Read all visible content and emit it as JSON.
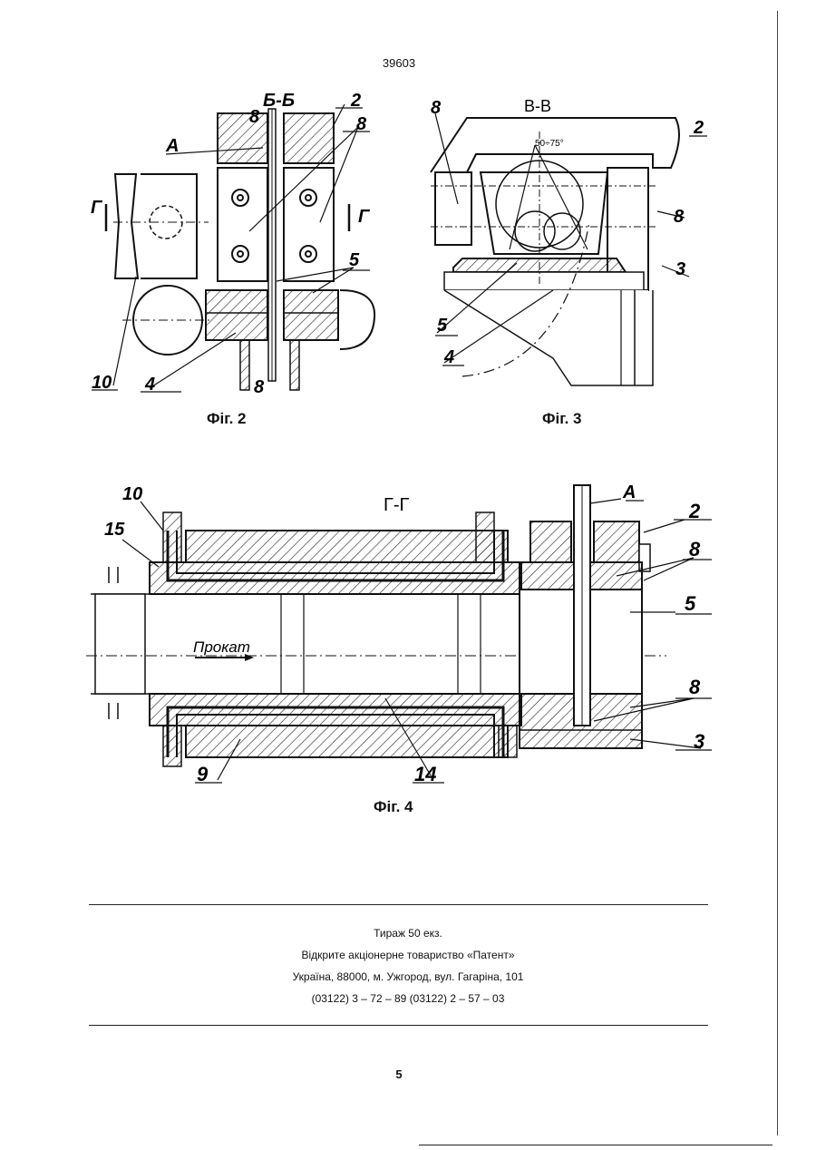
{
  "patent_number": "39603",
  "fig2": {
    "caption": "Фіг. 2",
    "section": "Б-Б",
    "labels": [
      "8",
      "2",
      "8",
      "А",
      "Г",
      "Г",
      "5",
      "10",
      "4",
      "8"
    ]
  },
  "fig3": {
    "caption": "Фіг. 3",
    "section": "В-В",
    "angle": "50÷75°",
    "labels": [
      "8",
      "2",
      "8",
      "3",
      "5",
      "4"
    ]
  },
  "fig4": {
    "caption": "Фіг. 4",
    "section": "Г-Г",
    "flow_label": "Прокат",
    "labels": [
      "10",
      "15",
      "А",
      "2",
      "8",
      "5",
      "8",
      "3",
      "9",
      "14"
    ]
  },
  "footer": {
    "line1": "Тираж 50 екз.",
    "line2": "Відкрите акціонерне товариство «Патент»",
    "line3": "Україна, 88000, м. Ужгород, вул. Гагаріна, 101",
    "line4": "(03122) 3 – 72 – 89  (03122) 2 – 57 – 03"
  },
  "page_number": "5"
}
